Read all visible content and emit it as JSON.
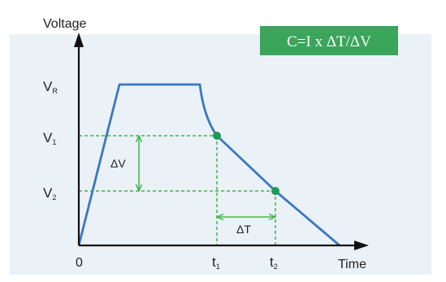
{
  "chart_data": {
    "type": "line",
    "ylabel": "Voltage",
    "xlabel": "Time",
    "origin_label": "0",
    "y_ticks": [
      {
        "main": "V",
        "sub": "R"
      },
      {
        "main": "V",
        "sub": "1"
      },
      {
        "main": "V",
        "sub": "2"
      }
    ],
    "x_ticks": [
      {
        "main": "t",
        "sub": "1"
      },
      {
        "main": "t",
        "sub": "2"
      }
    ],
    "delta_v_label": "ΔV",
    "delta_t_label": "ΔT",
    "formula": "C=I x ΔT/ΔV",
    "colors": {
      "panel_bg": "#eaf1f7",
      "curve": "#3a78c2",
      "guide": "#3fb54a",
      "marker": "#1e9a55",
      "formula_bg": "#3aa55b",
      "axis": "#111111"
    }
  }
}
